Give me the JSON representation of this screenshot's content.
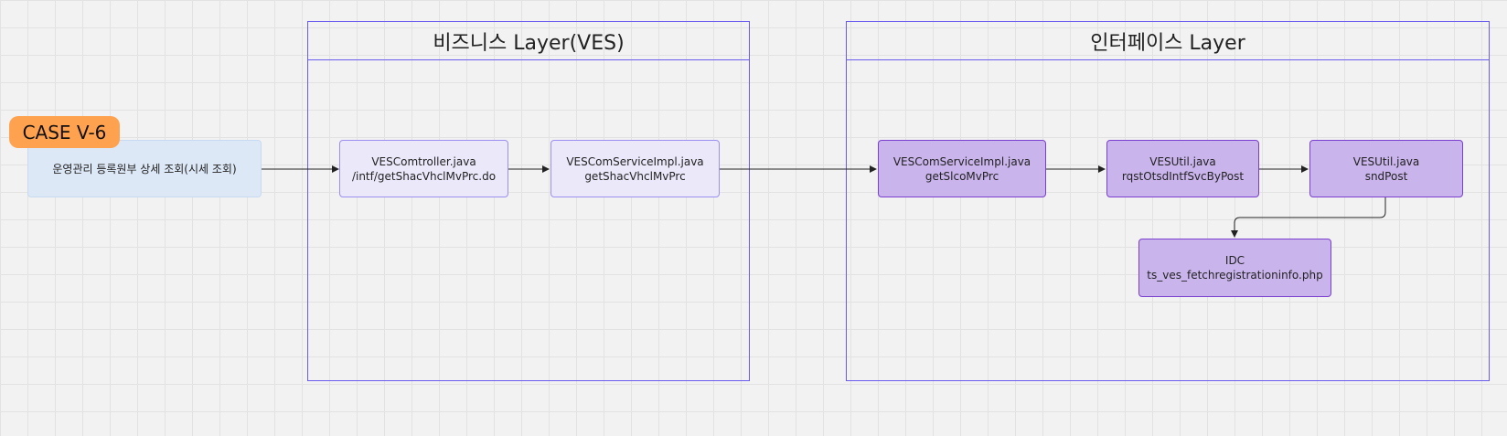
{
  "case_badge": "CASE V-6",
  "source": {
    "label": "운영관리 등록원부 상세 조회(시세 조회)"
  },
  "layers": [
    {
      "title": "비즈니스 Layer(VES)",
      "nodes": [
        {
          "line1": "VESComtroller.java",
          "line2": "/intf/getShacVhclMvPrc.do"
        },
        {
          "line1": "VESComServiceImpl.java",
          "line2": "getShacVhclMvPrc"
        }
      ]
    },
    {
      "title": "인터페이스 Layer",
      "nodes": [
        {
          "line1": "VESComServiceImpl.java",
          "line2": "getSlcoMvPrc"
        },
        {
          "line1": "VESUtil.java",
          "line2": "rqstOtsdIntfSvcByPost"
        },
        {
          "line1": "VESUtil.java",
          "line2": "sndPost"
        },
        {
          "line1": "IDC",
          "line2": "ts_ves_fetchregistrationinfo.php"
        }
      ]
    }
  ],
  "colors": {
    "layer_border": "#6b5cf0",
    "light_node_fill": "#ebe8fa",
    "dark_node_fill": "#c9b4ec",
    "source_fill": "#dde8f7",
    "badge_fill": "#ffa24f",
    "edge": "#222222"
  }
}
